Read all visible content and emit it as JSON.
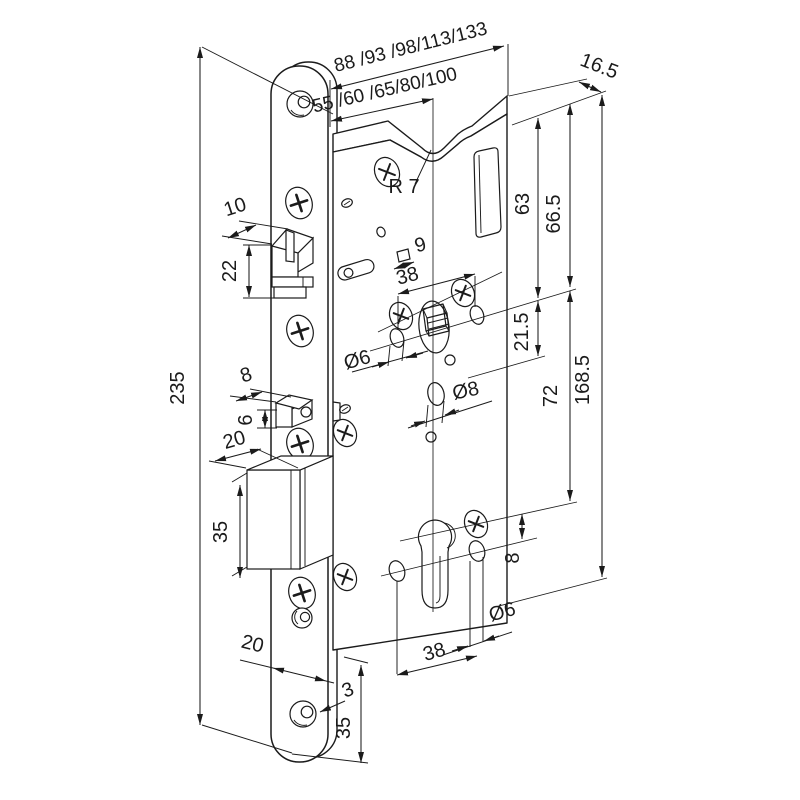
{
  "diagram": {
    "kind": "technical-drawing",
    "subject": "mortise lock case with faceplate, oblique projection, dimensioned",
    "units": "mm",
    "colors": {
      "line": "#1b1b1b",
      "background": "#ffffff"
    },
    "dimensions": {
      "case_depth_options": "88 /93 /98/113/133",
      "backset_options": "55 /60 /65/80/100",
      "top_edge_offset": "16.5",
      "notch_radius": "R 7",
      "faceplate_length": "235",
      "latch_bolt_width": "10",
      "latch_bolt_height": "22",
      "aux_bolt_width": "8",
      "aux_bolt_height": "6",
      "deadbolt_width": "20",
      "deadbolt_height": "35",
      "spindle_square_size": "9",
      "spindle_hole_spacing": "38",
      "spindle_hole_dia": "Ø6",
      "lower_hole_dia": "Ø8",
      "top_to_spindle_inner": "63",
      "top_to_spindle_outer": "66.5",
      "spindle_to_lower_hole": "21.5",
      "spindle_to_cylinder": "72",
      "top_to_cylinder": "168.5",
      "cylinder_screw_offset": "8",
      "cylinder_hole_spacing": "38",
      "cylinder_hole_dia": "Ø6",
      "faceplate_width": "20",
      "faceplate_thickness": "3",
      "case_bottom_to_faceplate_end": "35"
    }
  }
}
